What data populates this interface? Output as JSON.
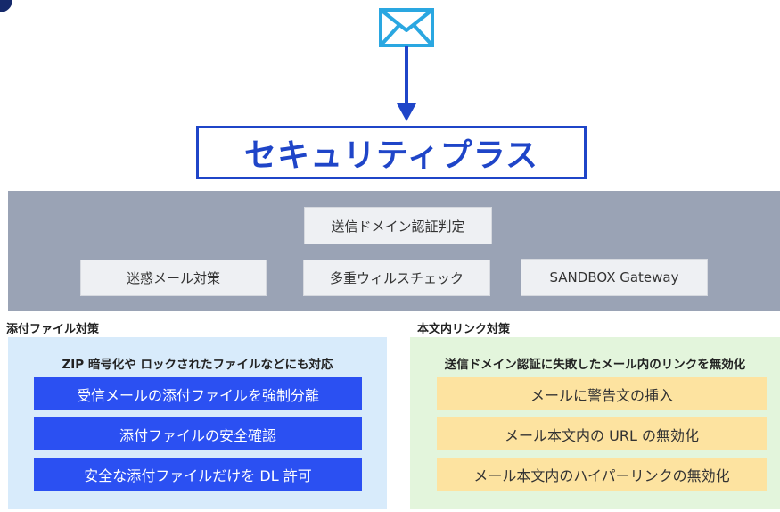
{
  "top": {
    "icon": "envelope-icon",
    "title": "セキュリティプラス"
  },
  "filters": {
    "domain_auth": "送信ドメイン認証判定",
    "spam": "迷惑メール対策",
    "virus": "多重ウィルスチェック",
    "sandbox": "SANDBOX Gateway"
  },
  "attachment": {
    "heading": "添付ファイル対策",
    "subtitle": "ZIP 暗号化や ロックされたファイルなどにも対応",
    "items": [
      "受信メールの添付ファイルを強制分離",
      "添付ファイルの安全確認",
      "安全な添付ファイルだけを DL 許可"
    ]
  },
  "link": {
    "heading": "本文内リンク対策",
    "subtitle": "送信ドメイン認証に失敗したメール内のリンクを無効化",
    "items": [
      "メールに警告文の挿入",
      "メール本文内の URL の無効化",
      "メール本文内のハイパーリンクの無効化"
    ]
  },
  "colors": {
    "accent_blue": "#2b50f2",
    "title_blue": "#1f45c8",
    "band_gray": "#9aa3b5",
    "yellow": "#fde3a0",
    "panel_blue": "#d8ebfb",
    "panel_green": "#e3f5dc"
  }
}
